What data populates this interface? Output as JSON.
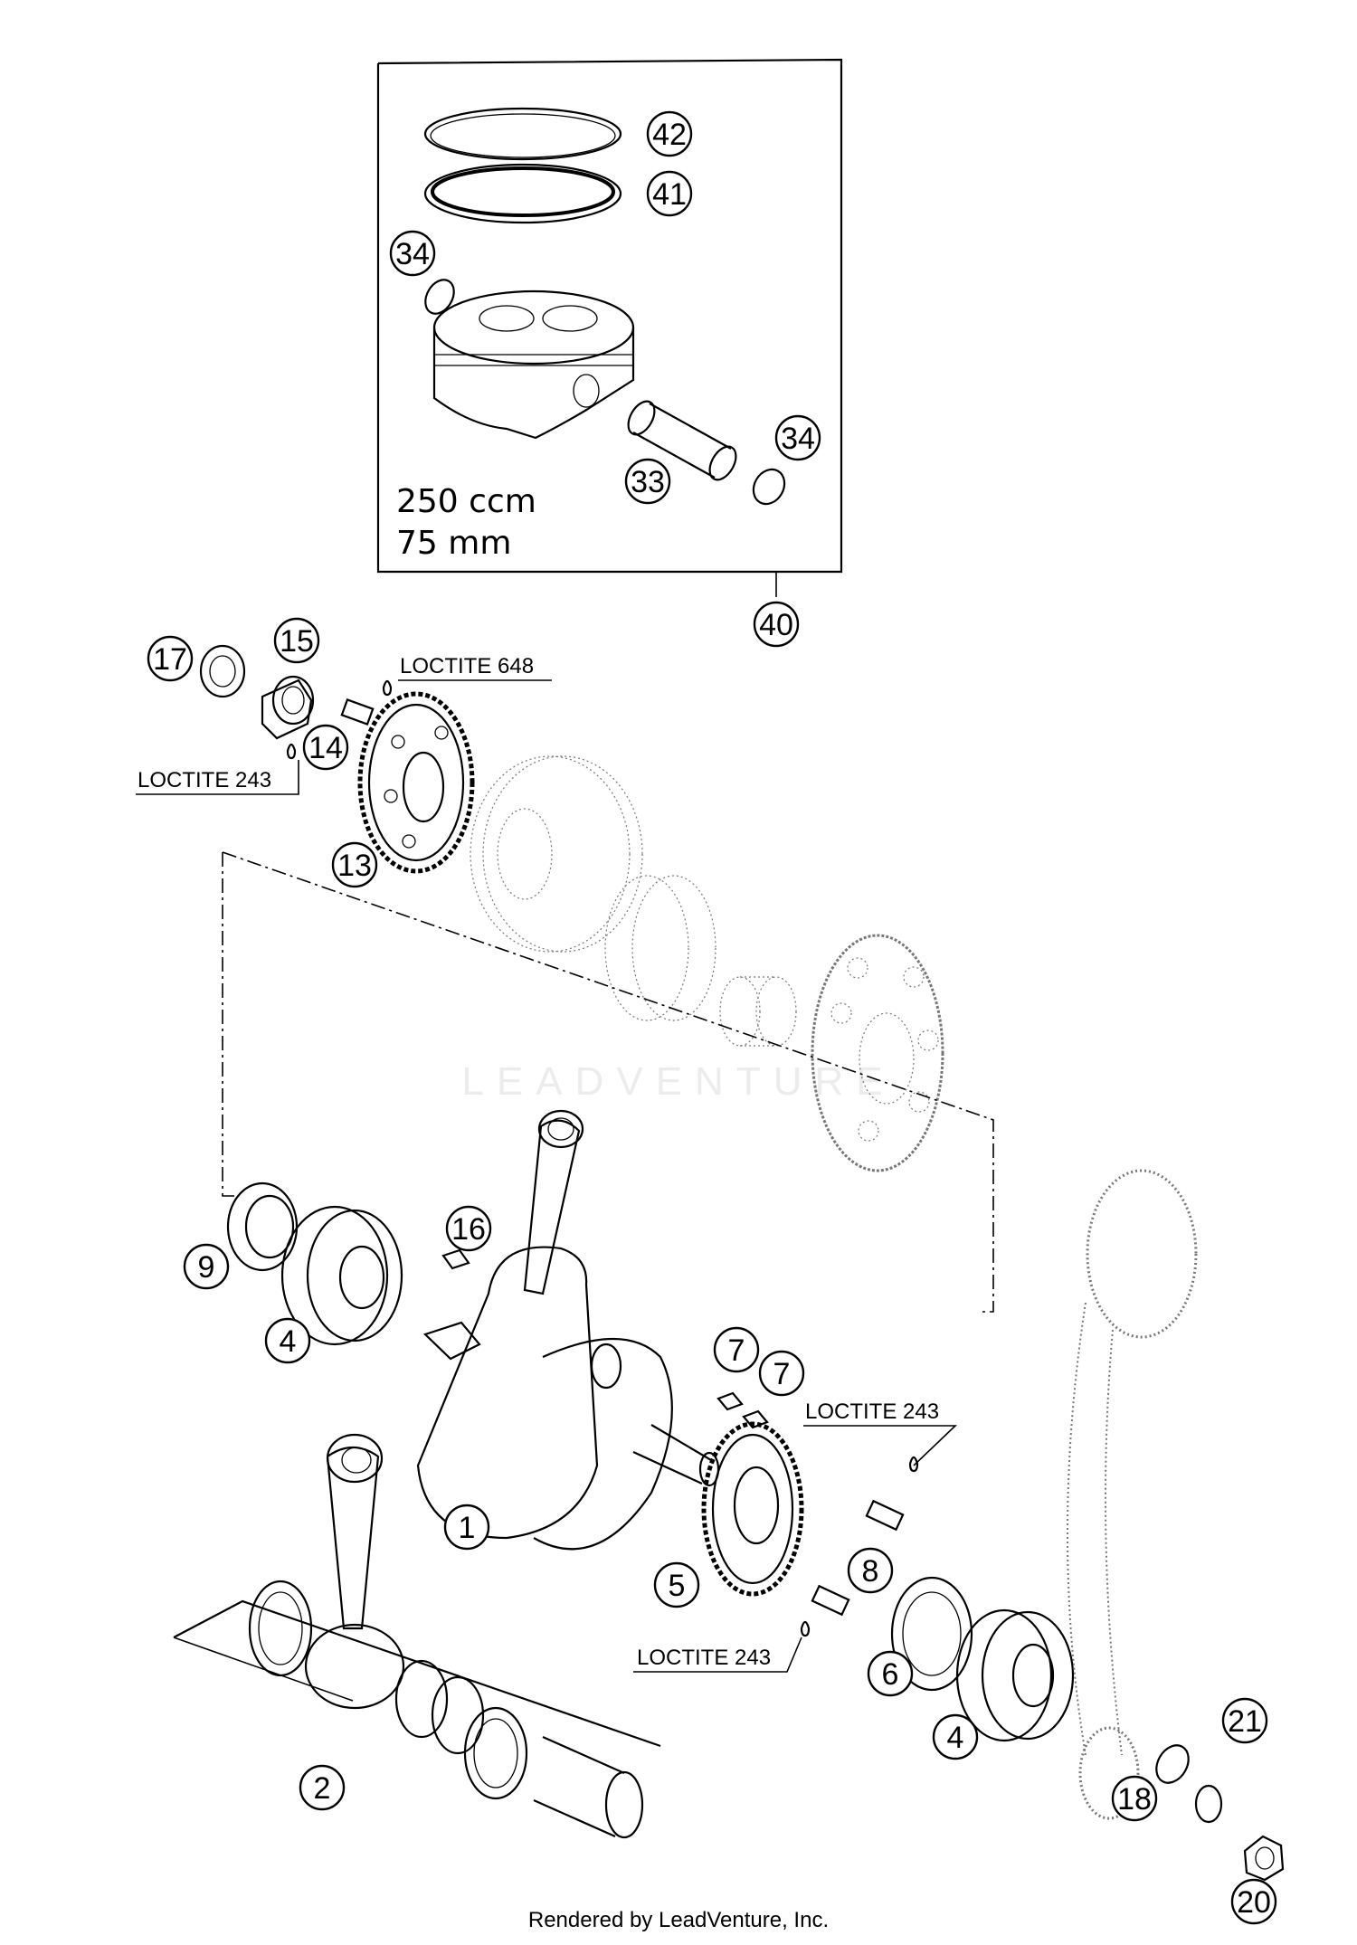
{
  "kit_spec": {
    "displacement": "250 ccm",
    "bore": "75 mm"
  },
  "notes": {
    "loctite_648": "LOCTITE 648",
    "loctite_243": "LOCTITE 243"
  },
  "watermark": "LEADVENTURE",
  "footer": "Rendered by LeadVenture, Inc.",
  "callouts": [
    {
      "id": "42",
      "label": "42"
    },
    {
      "id": "41",
      "label": "41"
    },
    {
      "id": "34a",
      "label": "34"
    },
    {
      "id": "34b",
      "label": "34"
    },
    {
      "id": "33",
      "label": "33"
    },
    {
      "id": "40",
      "label": "40"
    },
    {
      "id": "17",
      "label": "17"
    },
    {
      "id": "15",
      "label": "15"
    },
    {
      "id": "14",
      "label": "14"
    },
    {
      "id": "13",
      "label": "13"
    },
    {
      "id": "16",
      "label": "16"
    },
    {
      "id": "9",
      "label": "9"
    },
    {
      "id": "4a",
      "label": "4"
    },
    {
      "id": "7a",
      "label": "7"
    },
    {
      "id": "7b",
      "label": "7"
    },
    {
      "id": "1",
      "label": "1"
    },
    {
      "id": "5",
      "label": "5"
    },
    {
      "id": "8",
      "label": "8"
    },
    {
      "id": "6",
      "label": "6"
    },
    {
      "id": "4b",
      "label": "4"
    },
    {
      "id": "21",
      "label": "21"
    },
    {
      "id": "18",
      "label": "18"
    },
    {
      "id": "20",
      "label": "20"
    },
    {
      "id": "2",
      "label": "2"
    }
  ]
}
